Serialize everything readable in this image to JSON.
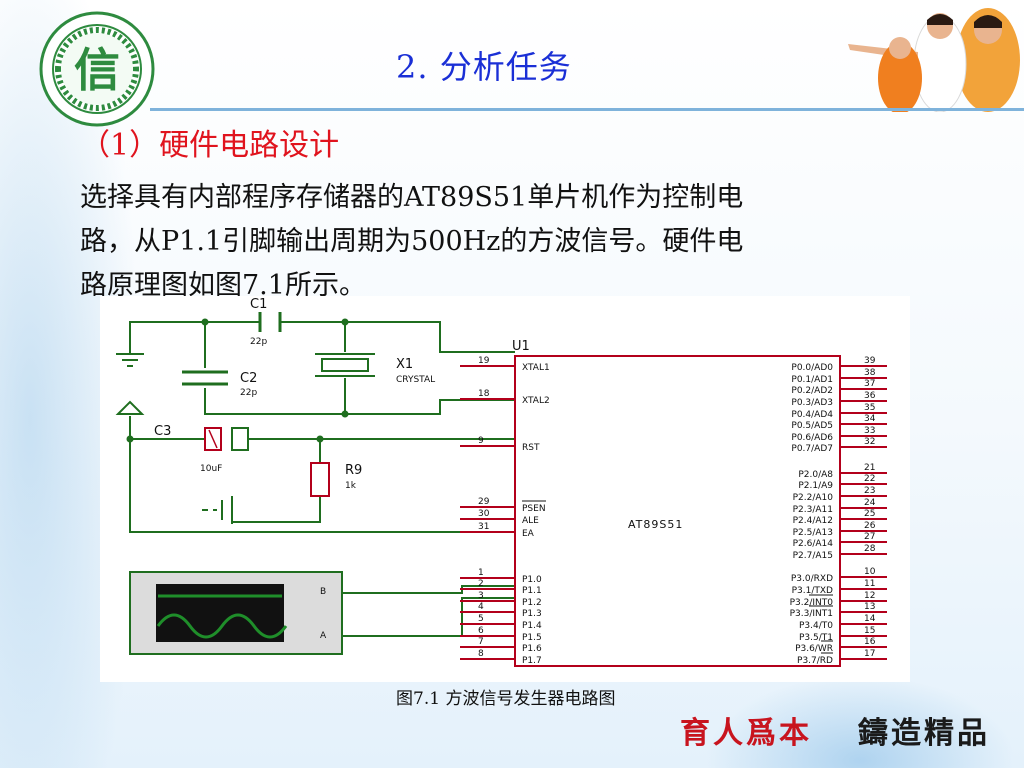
{
  "page": {
    "title": "2. 分析任务",
    "section_heading": "（1）硬件电路设计",
    "body_lines": [
      "选择具有内部程序存储器的AT89S51单片机作为控制电",
      "路，从P1.1引脚输出周期为500Hz的方波信号。硬件电",
      "路原理图如图7.1所示。"
    ],
    "caption": "图7.1  方波信号发生器电路图",
    "motto_red": "育人爲本",
    "motto_black": "鑄造精品"
  },
  "logo": {
    "glyph": "信",
    "icon": "school-emblem-icon",
    "color": "#2e8b3f"
  },
  "colors": {
    "title_blue": "#1a2fd6",
    "heading_red": "#e0141e",
    "wire_green": "#1f6e1f",
    "chip_red": "#b3001b"
  },
  "circuit": {
    "chip": {
      "ref": "U1",
      "part": "AT89S51"
    },
    "capacitors": [
      {
        "ref": "C1",
        "value": "22p"
      },
      {
        "ref": "C2",
        "value": "22p"
      },
      {
        "ref": "C3",
        "value": "10uF"
      }
    ],
    "crystal": {
      "ref": "X1",
      "value": "CRYSTAL"
    },
    "resistor": {
      "ref": "R9",
      "value": "1k"
    },
    "scope_channels": [
      "B",
      "A"
    ],
    "left_pins": [
      {
        "num": "19",
        "name": "XTAL1"
      },
      {
        "num": "18",
        "name": "XTAL2"
      },
      {
        "num": "9",
        "name": "RST"
      },
      {
        "num": "29",
        "name": "PSEN"
      },
      {
        "num": "30",
        "name": "ALE"
      },
      {
        "num": "31",
        "name": "EA"
      },
      {
        "num": "1",
        "name": "P1.0"
      },
      {
        "num": "2",
        "name": "P1.1"
      },
      {
        "num": "3",
        "name": "P1.2"
      },
      {
        "num": "4",
        "name": "P1.3"
      },
      {
        "num": "5",
        "name": "P1.4"
      },
      {
        "num": "6",
        "name": "P1.5"
      },
      {
        "num": "7",
        "name": "P1.6"
      },
      {
        "num": "8",
        "name": "P1.7"
      }
    ],
    "right_pins": [
      {
        "num": "39",
        "name": "P0.0/AD0"
      },
      {
        "num": "38",
        "name": "P0.1/AD1"
      },
      {
        "num": "37",
        "name": "P0.2/AD2"
      },
      {
        "num": "36",
        "name": "P0.3/AD3"
      },
      {
        "num": "35",
        "name": "P0.4/AD4"
      },
      {
        "num": "34",
        "name": "P0.5/AD5"
      },
      {
        "num": "33",
        "name": "P0.6/AD6"
      },
      {
        "num": "32",
        "name": "P0.7/AD7"
      },
      {
        "num": "21",
        "name": "P2.0/A8"
      },
      {
        "num": "22",
        "name": "P2.1/A9"
      },
      {
        "num": "23",
        "name": "P2.2/A10"
      },
      {
        "num": "24",
        "name": "P2.3/A11"
      },
      {
        "num": "25",
        "name": "P2.4/A12"
      },
      {
        "num": "26",
        "name": "P2.5/A13"
      },
      {
        "num": "27",
        "name": "P2.6/A14"
      },
      {
        "num": "28",
        "name": "P2.7/A15"
      },
      {
        "num": "10",
        "name": "P3.0/RXD"
      },
      {
        "num": "11",
        "name": "P3.1/TXD"
      },
      {
        "num": "12",
        "name": "P3.2/INT0"
      },
      {
        "num": "13",
        "name": "P3.3/INT1"
      },
      {
        "num": "14",
        "name": "P3.4/T0"
      },
      {
        "num": "15",
        "name": "P3.5/T1"
      },
      {
        "num": "16",
        "name": "P3.6/WR"
      },
      {
        "num": "17",
        "name": "P3.7/RD"
      }
    ]
  }
}
